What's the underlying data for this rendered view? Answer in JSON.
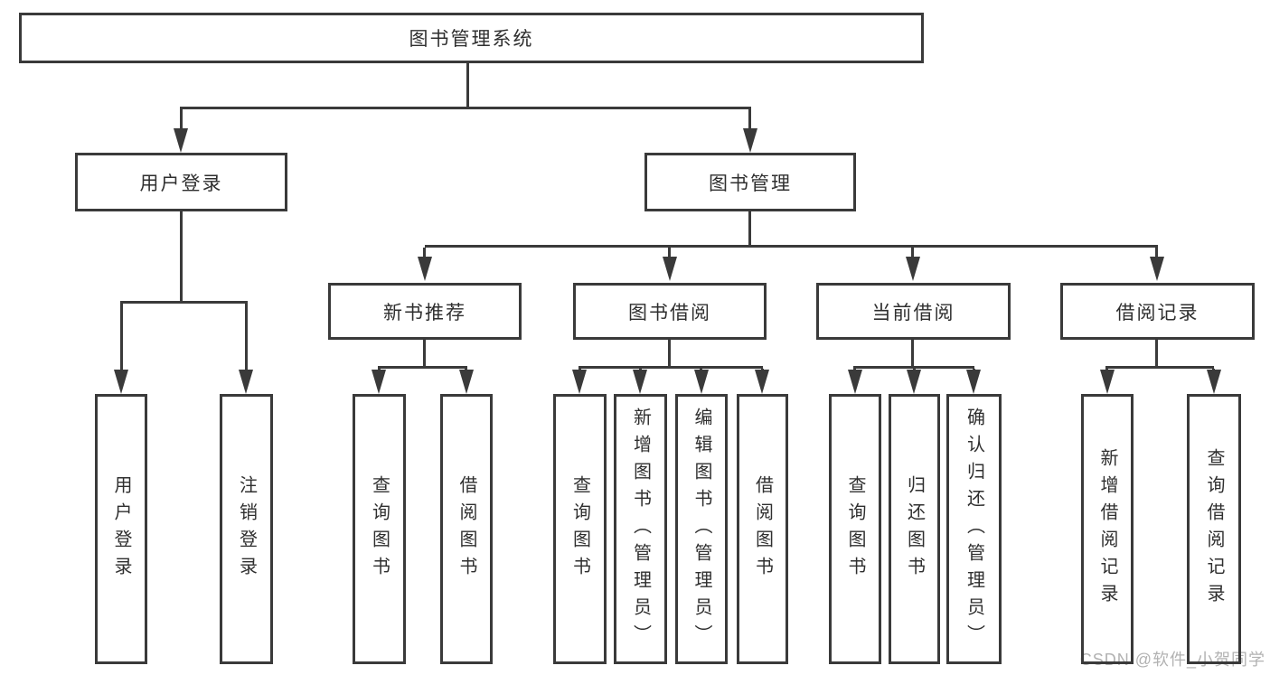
{
  "diagram": {
    "title": "图书管理系统",
    "colors": {
      "line": "#3a3a3a",
      "text": "#2f2f2f",
      "background": "#ffffff",
      "watermark": "#b2b2b2"
    },
    "nodes": {
      "root": {
        "label": "图书管理系统"
      },
      "user_login": {
        "label": "用户登录"
      },
      "book_mgmt": {
        "label": "图书管理"
      },
      "user_login_leaf": {
        "label": "用户登录"
      },
      "logout_leaf": {
        "label": "注销登录"
      },
      "new_book_rec": {
        "label": "新书推荐"
      },
      "book_borrow": {
        "label": "图书借阅"
      },
      "current_borrow": {
        "label": "当前借阅"
      },
      "borrow_record": {
        "label": "借阅记录"
      },
      "nbr_query": {
        "label": "查询图书"
      },
      "nbr_borrow": {
        "label": "借阅图书"
      },
      "bb_query": {
        "label": "查询图书"
      },
      "bb_add": {
        "label": "新增图书（管理员）"
      },
      "bb_edit": {
        "label": "编辑图书（管理员）"
      },
      "bb_borrow": {
        "label": "借阅图书"
      },
      "cb_query": {
        "label": "查询图书"
      },
      "cb_return": {
        "label": "归还图书"
      },
      "cb_confirm": {
        "label": "确认归还（管理员）"
      },
      "br_add": {
        "label": "新增借阅记录"
      },
      "br_query": {
        "label": "查询借阅记录"
      }
    },
    "hierarchy": {
      "图书管理系统": {
        "用户登录": [
          "用户登录",
          "注销登录"
        ],
        "图书管理": {
          "新书推荐": [
            "查询图书",
            "借阅图书"
          ],
          "图书借阅": [
            "查询图书",
            "新增图书（管理员）",
            "编辑图书（管理员）",
            "借阅图书"
          ],
          "当前借阅": [
            "查询图书",
            "归还图书",
            "确认归还（管理员）"
          ],
          "借阅记录": [
            "新增借阅记录",
            "查询借阅记录"
          ]
        }
      }
    }
  },
  "watermark": {
    "text": "CSDN @软件_小贺同学"
  }
}
